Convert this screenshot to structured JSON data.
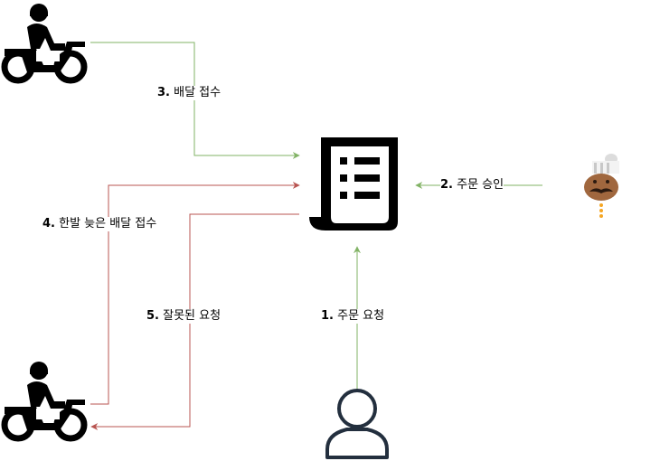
{
  "colors": {
    "green": "#82b366",
    "red": "#b85450",
    "icon": "#000000",
    "person": "#232f3e",
    "chef_face": "#a0673e",
    "chef_buttons": "#f5a623"
  },
  "nodes": {
    "rider_top": {
      "icon": "motorcycle-rider-icon"
    },
    "rider_bottom": {
      "icon": "motorcycle-rider-icon"
    },
    "order_doc": {
      "icon": "receipt-document-icon"
    },
    "chef": {
      "icon": "chef-icon"
    },
    "customer": {
      "icon": "user-icon"
    }
  },
  "edges": [
    {
      "id": "step1",
      "num": "1.",
      "text": " 주문 요청",
      "color": "green"
    },
    {
      "id": "step2",
      "num": "2.",
      "text": " 주문 승인",
      "color": "green"
    },
    {
      "id": "step3",
      "num": "3.",
      "text": " 배달 접수",
      "color": "green"
    },
    {
      "id": "step4",
      "num": "4.",
      "text": " 한발 늦은 배달 접수",
      "color": "red"
    },
    {
      "id": "step5",
      "num": "5.",
      "text": " 잘못된 요청",
      "color": "red"
    }
  ]
}
